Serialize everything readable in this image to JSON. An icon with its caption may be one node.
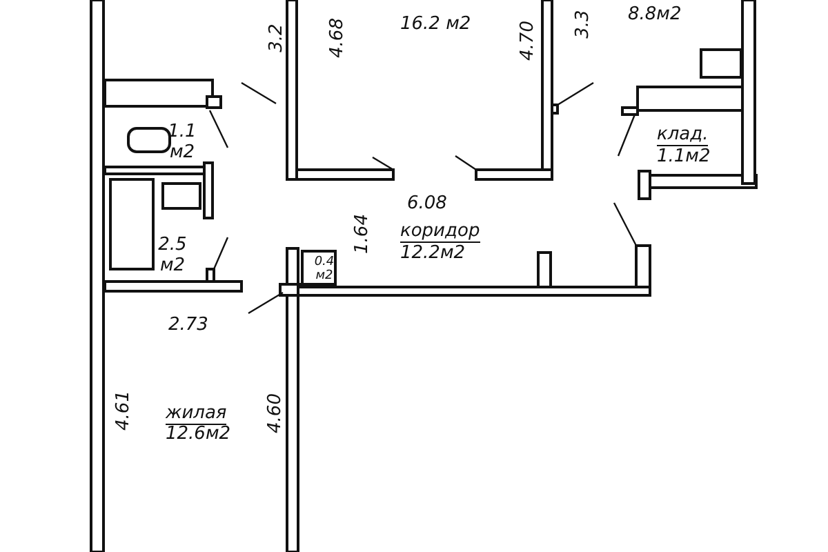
{
  "diagram": {
    "labels": [
      "3.2",
      "4.68",
      "16.2 м2",
      "4.70",
      "3.3",
      "8.8м2",
      "1.1 м2",
      "клад.",
      "1.1м2",
      "6.08",
      "2.5 м2",
      "1.64",
      "коридор",
      "12.2м2",
      "0.4 м2",
      "2.73",
      "4.61",
      "жилая",
      "12.6м2",
      "4.60"
    ]
  }
}
